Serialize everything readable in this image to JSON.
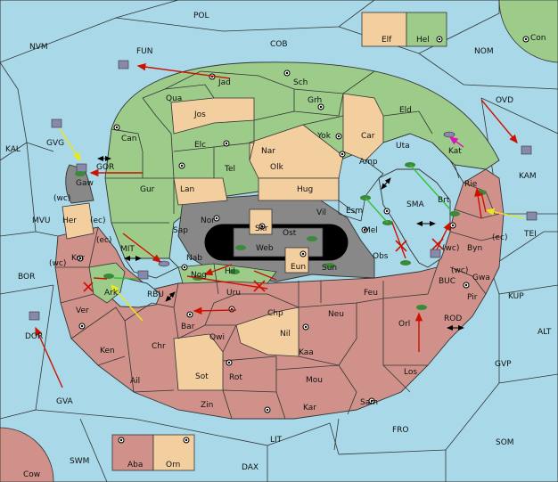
{
  "colors": {
    "sea": "#a9d9e8",
    "green": "#9ccb8a",
    "tan": "#f3cfa0",
    "red": "#cf9189",
    "gray": "#888888",
    "lightgray": "#c8c8c8",
    "border": "#333333",
    "order_move": "#cc1100",
    "order_support": "#e8e81a",
    "order_convoy": "#34c234",
    "order_magenta": "#e010c0"
  },
  "title_box": {
    "elf": "Elf",
    "hel": "Hel"
  },
  "bottom_box": {
    "aba": "Aba",
    "orn": "Orn"
  },
  "sea_labels": {
    "pol": "POL",
    "nvm": "NVM",
    "fun": "FUN",
    "cob": "COB",
    "nom": "NOM",
    "con": "Con",
    "ovd": "OVD",
    "kal": "KAL",
    "gvg": "GVG",
    "gor": "GOR",
    "kam": "KAM",
    "mvu": "MVU",
    "mit": "MIT",
    "sma": "SMA",
    "tei": "TEI",
    "bor": "BOR",
    "rbu": "RBU",
    "buc": "BUC",
    "kup": "KUP",
    "dor": "DOR",
    "rod": "ROD",
    "alt": "ALT",
    "gvp": "GVP",
    "gva": "GVA",
    "fro": "FRO",
    "som": "SOM",
    "lit": "LIT",
    "swm": "SWM",
    "dax": "DAX",
    "cow": "Cow"
  },
  "land_labels": {
    "jad": "Jad",
    "sch": "Sch",
    "qua": "Qua",
    "jos": "Jos",
    "grh": "Grh",
    "eld": "Eld",
    "can": "Can",
    "yok": "Yok",
    "car": "Car",
    "elc": "Elc",
    "nar": "Nar",
    "uta": "Uta",
    "kat": "Kat",
    "amp": "Amp",
    "tel": "Tel",
    "olk": "Olk",
    "gaw": "Gaw",
    "gur": "Gur",
    "lan": "Lan",
    "hug": "Hug",
    "rie": "Rie",
    "brt": "Brt",
    "esm": "Esm",
    "vil": "Vil",
    "nor": "Nor",
    "skr": "Skr",
    "ost": "Ost",
    "sap": "Sap",
    "web": "Web",
    "mel": "Mel",
    "her": "Her",
    "wc1": "(wc)",
    "ec1": "(ec)",
    "byn": "Byn",
    "ec3": "(ec)",
    "kor": "Kor",
    "ec2": "(ec)",
    "nab": "Nab",
    "eun": "Eun",
    "sun": "Sun",
    "obs": "Obs",
    "wc2": "(wc)",
    "wc3": "(wc)",
    "wc4": "(wc)",
    "gwa": "Gwa",
    "nog": "Nog",
    "hil": "Hil",
    "ark": "Ark",
    "pir": "Pir",
    "uru": "Uru",
    "feu": "Feu",
    "ver": "Ver",
    "chp": "Chp",
    "neu": "Neu",
    "orl": "Orl",
    "bar": "Bar",
    "qwi": "Qwi",
    "nil": "Nil",
    "ken": "Ken",
    "chr": "Chr",
    "kaa": "Kaa",
    "los": "Los",
    "ail": "Ail",
    "sot": "Sot",
    "rot": "Rot",
    "mou": "Mou",
    "sam": "Sam",
    "zin": "Zin",
    "kar": "Kar"
  }
}
